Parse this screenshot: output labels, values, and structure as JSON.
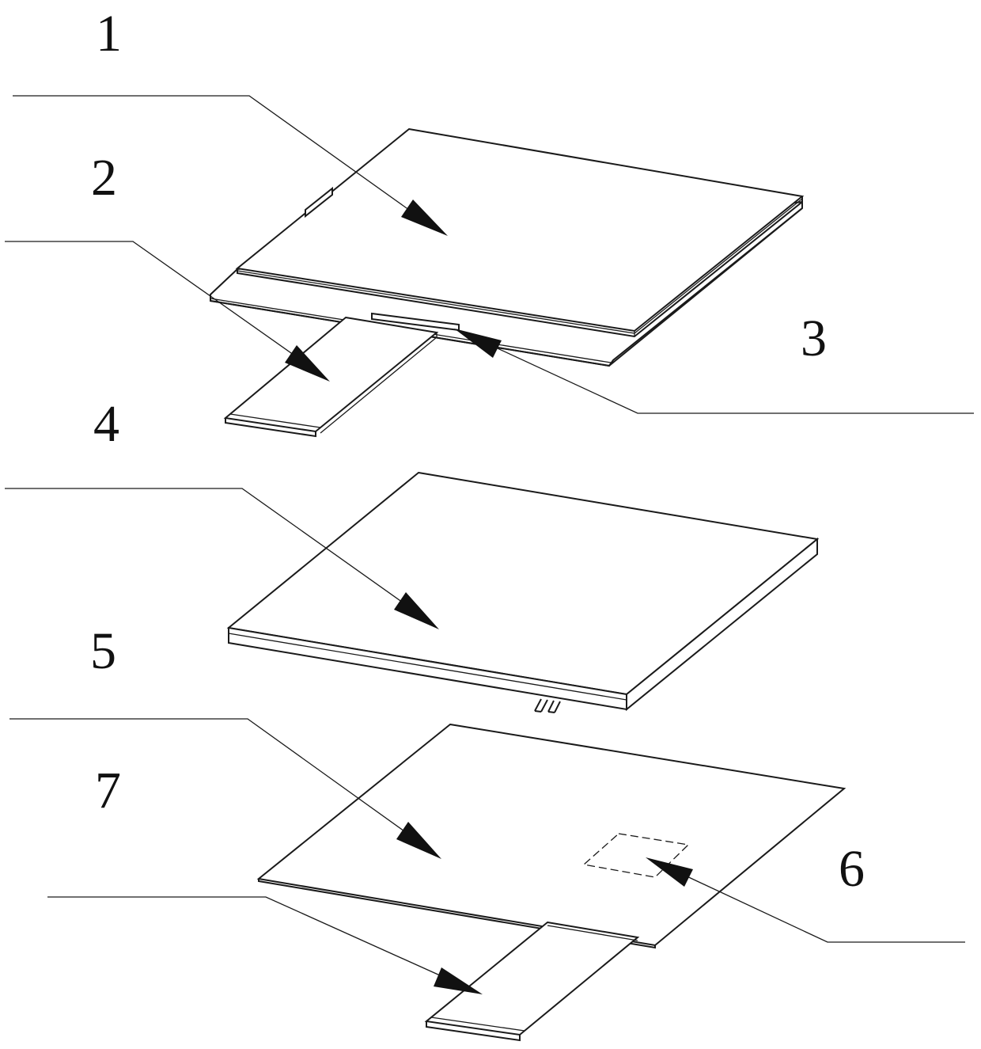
{
  "figure": {
    "line_color": "#1a1a1a",
    "fill_color": "#ffffff",
    "callout_labels": [
      "1",
      "2",
      "3",
      "4",
      "5",
      "6",
      "7"
    ]
  },
  "parts": [
    {
      "label": "1",
      "component": "top-panel"
    },
    {
      "label": "2",
      "component": "top-flex-cable"
    },
    {
      "label": "3",
      "component": "edge-connector-strip"
    },
    {
      "label": "4",
      "component": "middle-block"
    },
    {
      "label": "5",
      "component": "bottom-sheet"
    },
    {
      "label": "6",
      "component": "dashed-window"
    },
    {
      "label": "7",
      "component": "bottom-flex-cable"
    }
  ]
}
